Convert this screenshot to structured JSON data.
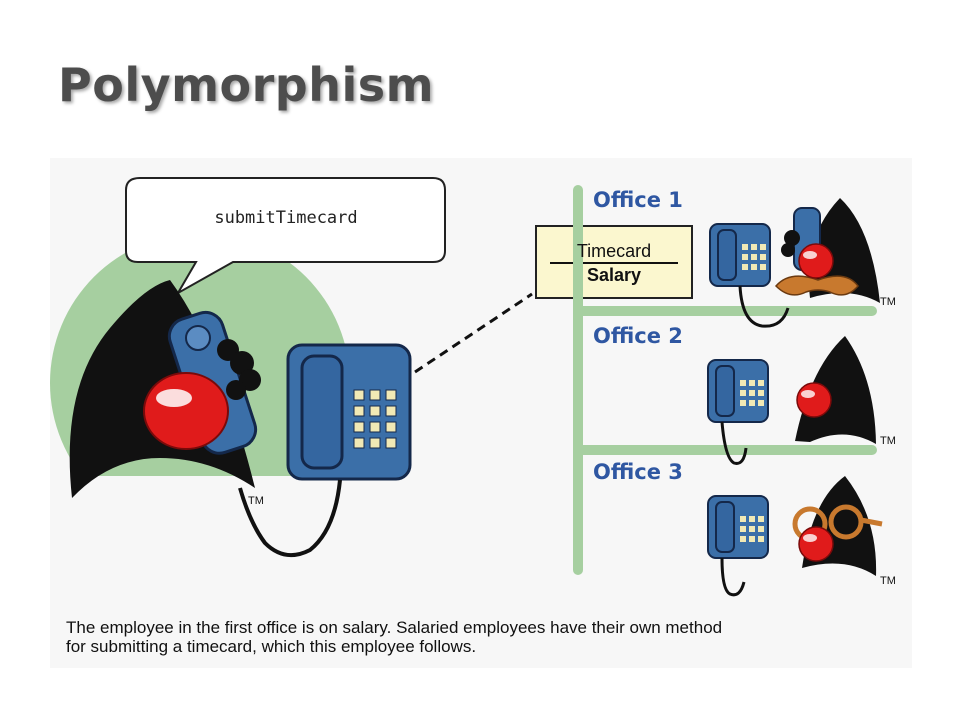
{
  "title": "Polymorphism",
  "bubble": {
    "text": "submitTimecard"
  },
  "timecard": {
    "top": "Timecard",
    "bottom": "Salary"
  },
  "offices": [
    {
      "label": "Office 1",
      "accessory": "mustache-icon"
    },
    {
      "label": "Office 2",
      "accessory": "none"
    },
    {
      "label": "Office 3",
      "accessory": "glasses-icon"
    }
  ],
  "trademark": "TM",
  "caption": {
    "line1": "The employee in the first office is on salary.  Salaried employees have their own method",
    "line2": "for submitting a timecard, which this employee follows."
  },
  "colors": {
    "green": "#a6cfa0",
    "phone_blue": "#3b6fa8",
    "nose_red": "#e01b1b",
    "office_label": "#2f57a2",
    "timecard_bg": "#fbf7cf"
  }
}
